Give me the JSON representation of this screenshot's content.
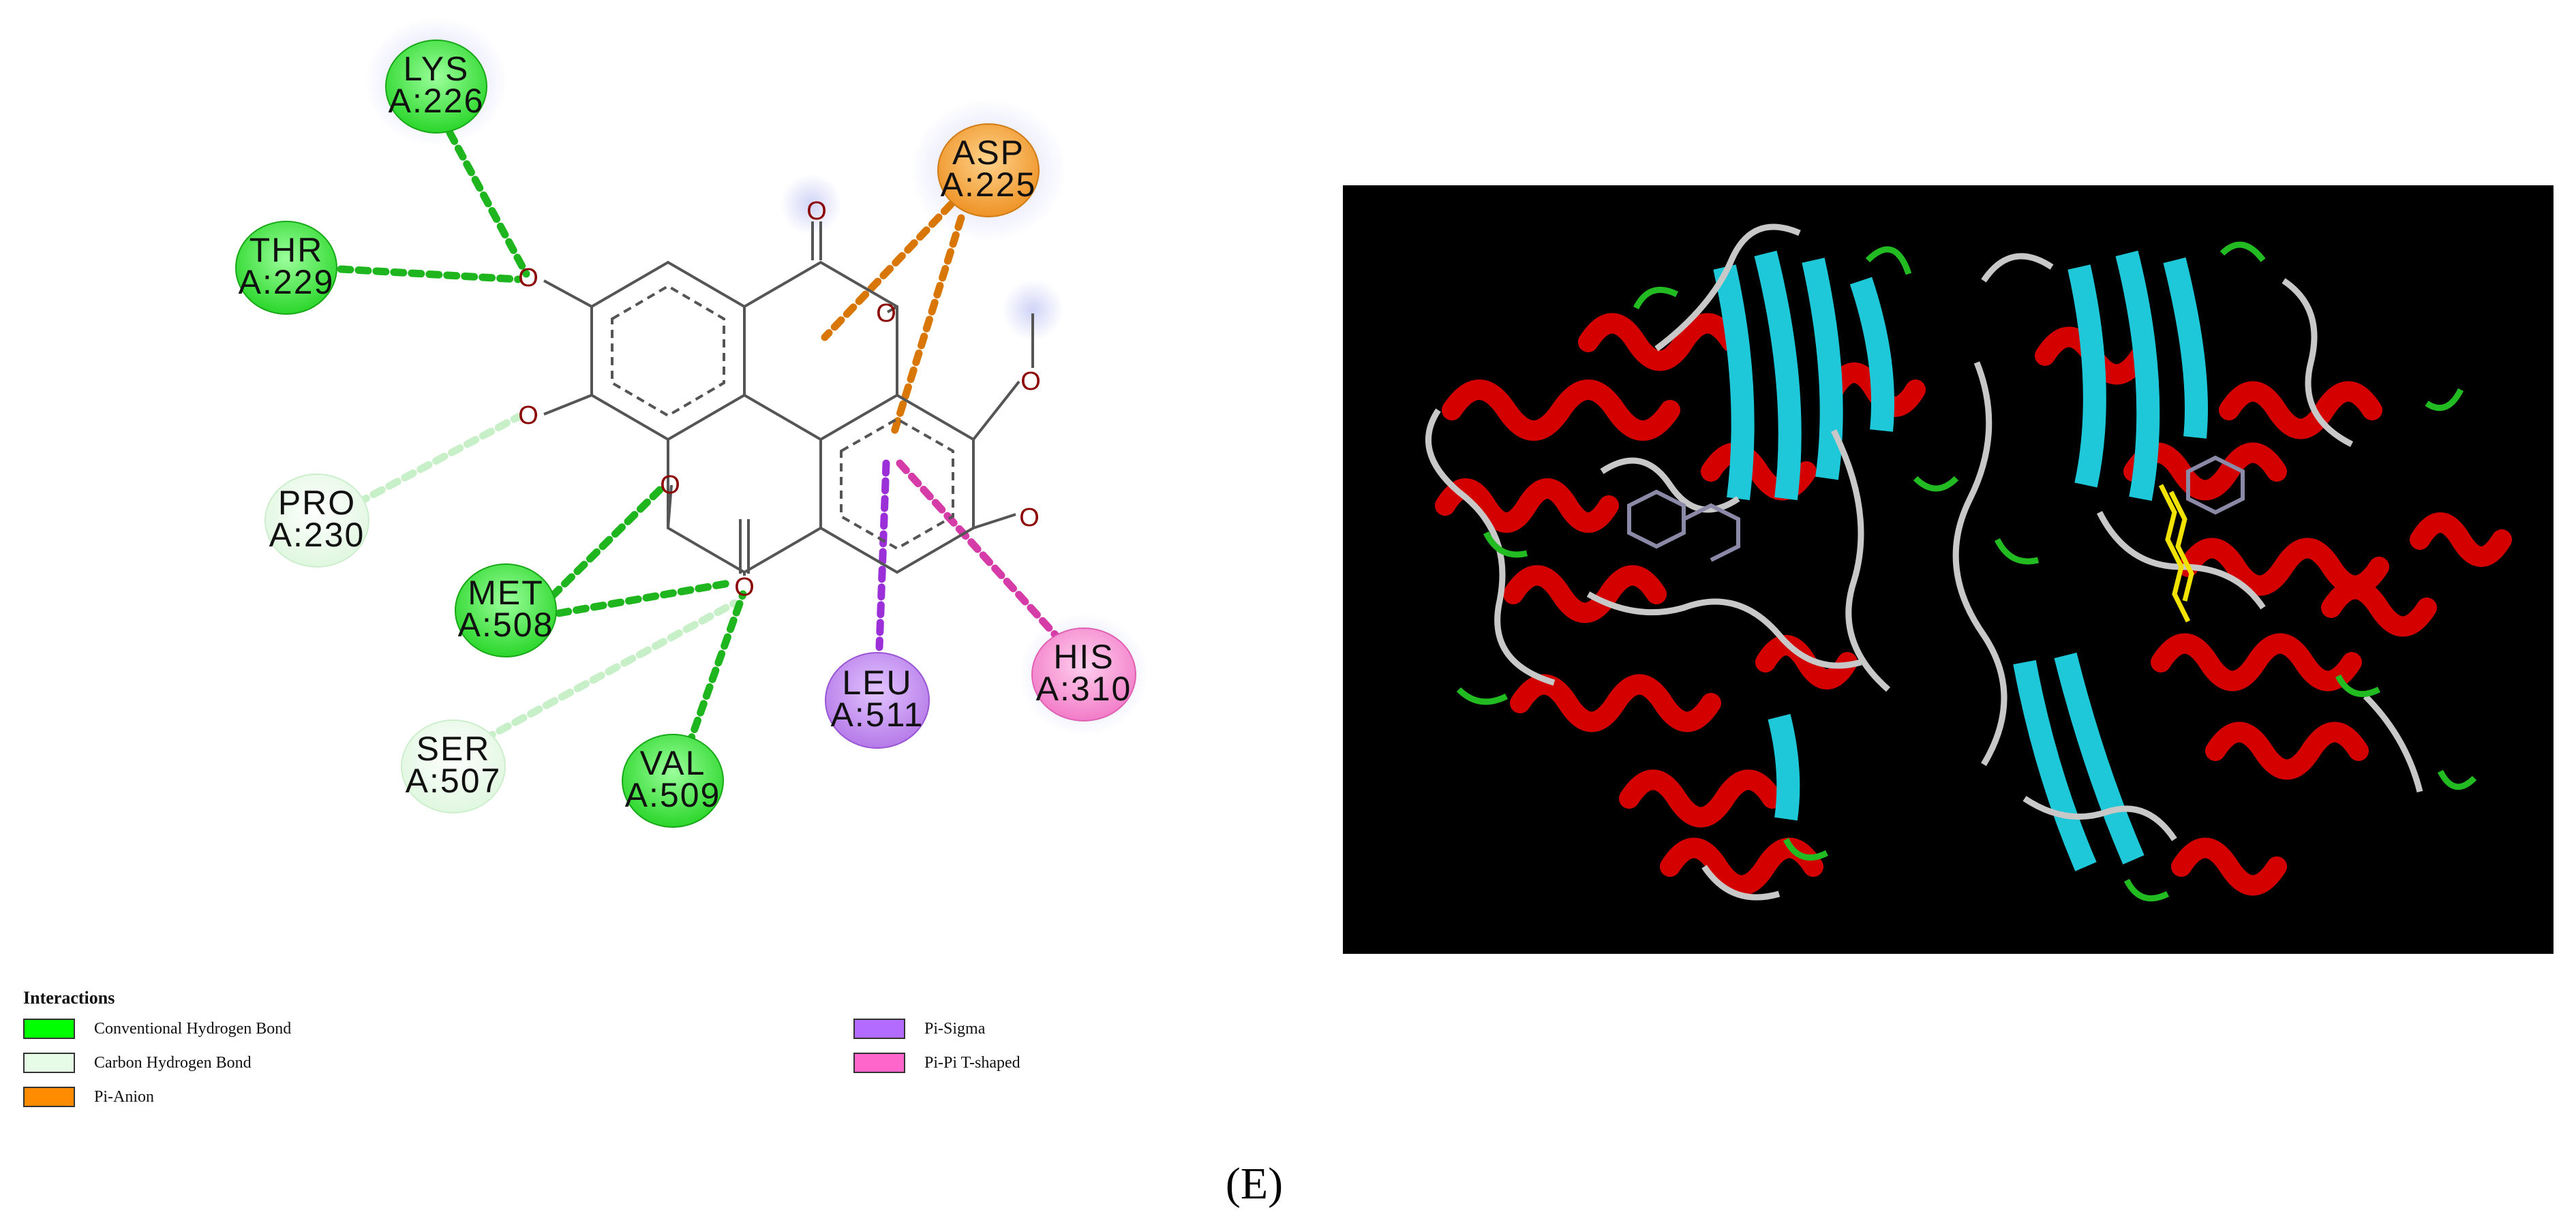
{
  "residues": [
    {
      "id": "lys226",
      "name": "LYS",
      "pos": "A:226",
      "type": "conventional"
    },
    {
      "id": "thr229",
      "name": "THR",
      "pos": "A:229",
      "type": "conventional"
    },
    {
      "id": "asp225",
      "name": "ASP",
      "pos": "A:225",
      "type": "pi_anion"
    },
    {
      "id": "pro230",
      "name": "PRO",
      "pos": "A:230",
      "type": "carbon"
    },
    {
      "id": "met508",
      "name": "MET",
      "pos": "A:508",
      "type": "conventional"
    },
    {
      "id": "leu511",
      "name": "LEU",
      "pos": "A:511",
      "type": "pi_sigma"
    },
    {
      "id": "his310",
      "name": "HIS",
      "pos": "A:310",
      "type": "pi_pi"
    },
    {
      "id": "ser507",
      "name": "SER",
      "pos": "A:507",
      "type": "carbon"
    },
    {
      "id": "val509",
      "name": "VAL",
      "pos": "A:509",
      "type": "conventional"
    }
  ],
  "atom_label": "O",
  "legend": {
    "title": "Interactions",
    "items": [
      {
        "key": "conventional",
        "label": "Conventional Hydrogen Bond",
        "color": "#00ff00"
      },
      {
        "key": "carbon",
        "label": "Carbon Hydrogen Bond",
        "color": "#e6fce6"
      },
      {
        "key": "pi_anion",
        "label": "Pi-Anion",
        "color": "#ff8c00"
      },
      {
        "key": "pi_sigma",
        "label": "Pi-Sigma",
        "color": "#b36bff"
      },
      {
        "key": "pi_pi",
        "label": "Pi-Pi T-shaped",
        "color": "#ff66cc"
      }
    ]
  },
  "colors": {
    "conventional_fill": "#3ee63e",
    "carbon_fill": "#eafbea",
    "pi_anion_fill": "#f5a33a",
    "pi_sigma_fill": "#c58cf0",
    "pi_pi_fill": "#f79ad6",
    "hbond_line": "#1fb51f",
    "carbon_line": "#c8f0c8",
    "pi_anion_line": "#d97706",
    "pi_sigma_line": "#9b30d9",
    "pi_pi_line": "#d63ca8",
    "atom": "#8b0000",
    "bond": "#555555",
    "helix": "#d40000",
    "sheet": "#1ec8d8",
    "coil": "#c8c8c8",
    "turn": "#22bb22",
    "ligand": "#f2e200"
  },
  "panel_label": "(E)"
}
